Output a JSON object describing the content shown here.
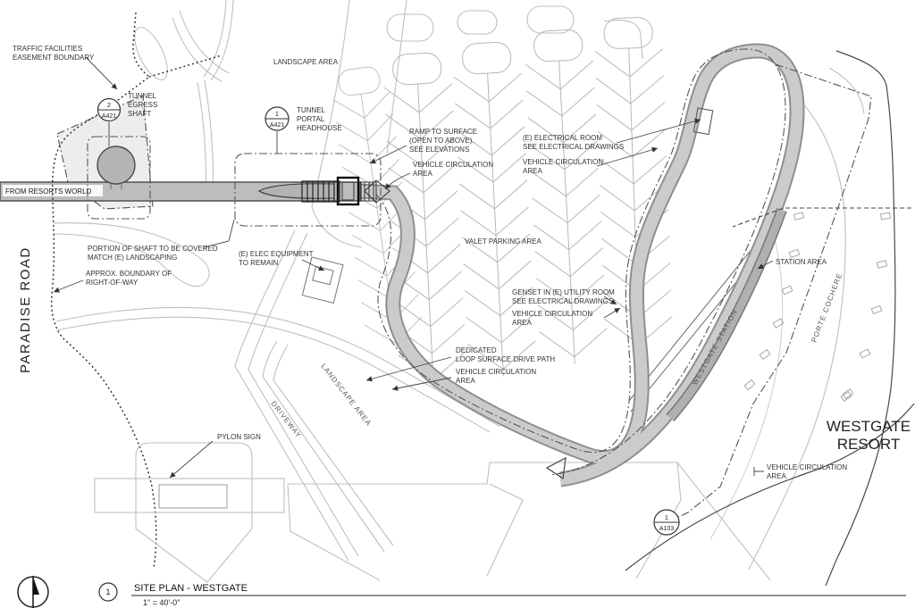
{
  "drawing": {
    "title": "SITE PLAN - WESTGATE",
    "scale": "1\" = 40'-0\"",
    "view_number": "1"
  },
  "streets": {
    "paradise_road": "PARADISE ROAD",
    "from_resorts_world": "FROM RESORTS WORLD",
    "driveway": "DRIVEWAY"
  },
  "areas": {
    "landscape_top": "LANDSCAPE AREA",
    "landscape_mid": "LANDSCAPE AREA",
    "valet": "VALET PARKING AREA",
    "westgate_station": "WESTGATE STATION",
    "porte_cochere": "PORTE COCHERE",
    "westgate_resort_line1": "WESTGATE",
    "westgate_resort_line2": "RESORT"
  },
  "vehicle_circulation": {
    "l1": "VEHICLE CIRCULATION",
    "l2": "AREA"
  },
  "callouts": {
    "traffic_easement": {
      "l1": "TRAFFIC FACILITIES",
      "l2": "EASEMENT BOUNDARY"
    },
    "tunnel_egress": {
      "l1": "TUNNEL",
      "l2": "EGRESS",
      "l3": "SHAFT"
    },
    "tunnel_portal": {
      "l1": "TUNNEL",
      "l2": "PORTAL",
      "l3": "HEADHOUSE"
    },
    "ramp": {
      "l1": "RAMP TO SURFACE",
      "l2": "(OPEN TO ABOVE).",
      "l3": "SEE ELEVATIONS"
    },
    "elec_room": {
      "l1": "(E) ELECTRICAL ROOM",
      "l2": "SEE ELECTRICAL DRAWINGS"
    },
    "portion_shaft": {
      "l1": "PORTION OF SHAFT TO BE COVERED",
      "l2": "MATCH (E) LANDSCAPING"
    },
    "elec_equip": {
      "l1": "(E) ELEC EQUIPMENT",
      "l2": "TO REMAIN"
    },
    "row_boundary": {
      "l1": "APPROX. BOUNDARY OF",
      "l2": "RIGHT-OF-WAY"
    },
    "genset": {
      "l1": "GENSET IN (E) UTILITY ROOM",
      "l2": "SEE ELECTRICAL DRAWINGS"
    },
    "station_area": "STATION AREA",
    "loop_path": {
      "l1": "DEDICATED",
      "l2": "LOOP SURFACE DRIVE PATH"
    },
    "pylon": "PYLON SIGN"
  },
  "detail_markers": {
    "egress_shaft": {
      "num": "2",
      "sheet": "A421"
    },
    "portal_headhouse": {
      "num": "1",
      "sheet": "A421"
    },
    "plan_ref": {
      "num": "1",
      "sheet": "A103"
    }
  },
  "colors": {
    "road_fill": "#cbcbcb",
    "road_edge": "#8f8f8f",
    "tunnel_fill": "#bdbdbd",
    "station_fill": "#b0b0b0",
    "curb_line": "#bfbfbf",
    "easement_fill": "#e5e5e5",
    "text": "#333333"
  }
}
